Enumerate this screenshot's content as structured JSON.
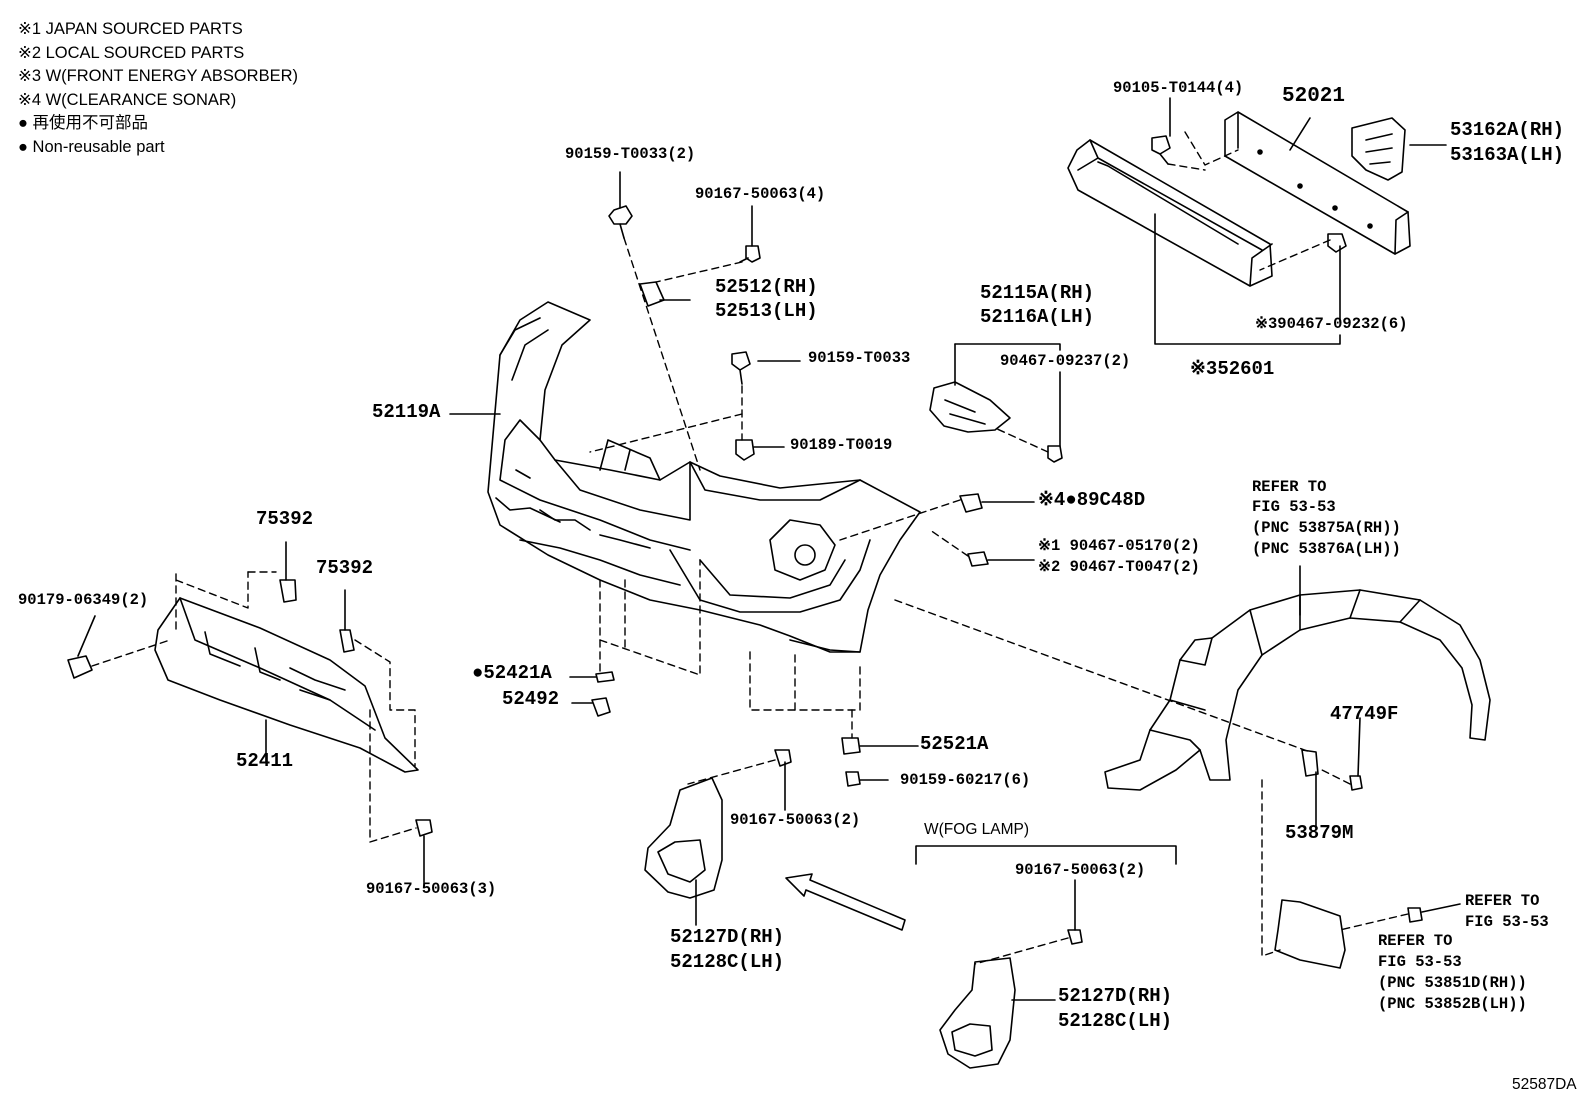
{
  "diagram_code": "52587DA",
  "notes": [
    "※1 JAPAN SOURCED PARTS",
    "※2 LOCAL SOURCED PARTS",
    "※3 W(FRONT ENERGY ABSORBER)",
    "※4 W(CLEARANCE SONAR)",
    "● 再使用不可部品",
    "● Non-reusable part"
  ],
  "parts": {
    "p_90105_t0144": "90105-T0144(4)",
    "p_52021": "52021",
    "p_53162a": "53162A(RH)",
    "p_53163a": "53163A(LH)",
    "p_90159_t0033_2": "90159-T0033(2)",
    "p_90167_50063_4": "90167-50063(4)",
    "p_52512": "52512(RH)",
    "p_52513": "52513(LH)",
    "p_52115a": "52115A(RH)",
    "p_52116a": "52116A(LH)",
    "p_90467_09232": "※390467-09232(6)",
    "p_90159_t0033": "90159-T0033",
    "p_90467_09237": "90467-09237(2)",
    "p_52601": "※352601",
    "p_52119a": "52119A",
    "p_90189_t0019": "90189-T0019",
    "p_89c48d": "※4●89C48D",
    "p_refer_53_53": "REFER TO",
    "p_fig_53_53": "FIG 53-53",
    "p_pnc_53875a": "(PNC 53875A(RH))",
    "p_pnc_53876a": "(PNC 53876A(LH))",
    "p_90467_05170": "※1 90467-05170(2)",
    "p_90467_t0047": "※2 90467-T0047(2)",
    "p_75392_a": "75392",
    "p_75392_b": "75392",
    "p_90179_06349": "90179-06349(2)",
    "p_52421a": "●52421A",
    "p_52492": "52492",
    "p_47749f": "47749F",
    "p_52411": "52411",
    "p_52521a": "52521A",
    "p_90159_60217": "90159-60217(6)",
    "p_90167_50063_2a": "90167-50063(2)",
    "p_53879m": "53879M",
    "p_fog_lamp": "W(FOG LAMP)",
    "p_90167_50063_3": "90167-50063(3)",
    "p_90167_50063_2b": "90167-50063(2)",
    "p_refer_b": "REFER TO",
    "p_fig_b": "FIG 53-53",
    "p_refer_c": "REFER TO",
    "p_fig_c": "FIG 53-53",
    "p_pnc_53851d": "(PNC 53851D(RH))",
    "p_pnc_53852b": "(PNC 53852B(LH))",
    "p_52127d_a": "52127D(RH)",
    "p_52128c_a": "52128C(LH)",
    "p_52127d_b": "52127D(RH)",
    "p_52128c_b": "52128C(LH)"
  }
}
